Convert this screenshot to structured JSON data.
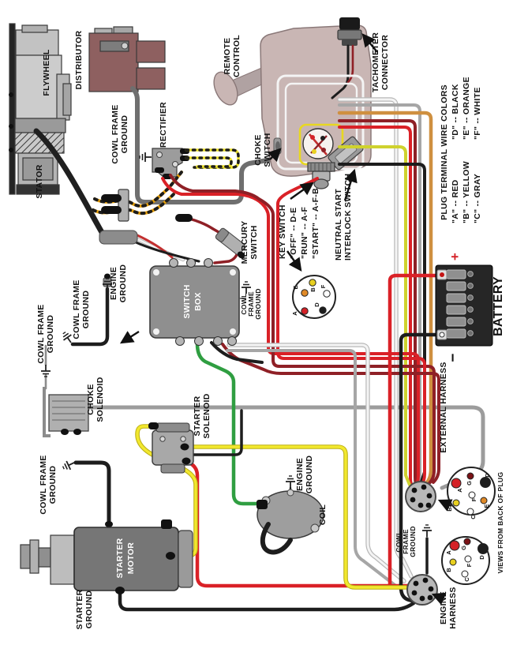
{
  "diagram": {
    "labels": {
      "flywheel": "FLYWHEEL",
      "stator": "STATOR",
      "distributor": "DISTRIBUTOR",
      "rectifier": "RECTIFIER",
      "remote_control": [
        "REMOTE",
        "CONTROL"
      ],
      "tachometer_connector": [
        "TACHOMETER",
        "CONNECTOR"
      ],
      "choke_switch": [
        "CHOKE",
        "SWITCH"
      ],
      "cowl_frame_ground_2line": [
        "COWL FRAME",
        "GROUND"
      ],
      "cowl_frame_ground_3line": [
        "COWL",
        "FRAME",
        "GROUND"
      ],
      "engine_ground": [
        "ENGINE",
        "GROUND"
      ],
      "mercury_switch": [
        "MERCURY",
        "SWITCH"
      ],
      "switch_box": [
        "SWITCH",
        "BOX"
      ],
      "choke_solenoid": [
        "CHOKE",
        "SOLENOID"
      ],
      "starter_solenoid": [
        "STARTER",
        "SOLENOID"
      ],
      "starter_motor": [
        "STARTER",
        "MOTOR"
      ],
      "starter_ground": [
        "STARTER",
        "GROUND"
      ],
      "coil": "COIL",
      "battery": "BATTERY",
      "battery_plus": "+",
      "battery_minus": "−",
      "external_harness": "EXTERNAL HARNESS",
      "engine_harness": [
        "ENGINE",
        "HARNESS"
      ],
      "neutral_start_interlock": [
        "NEUTRAL START",
        "INTERLOCK SWITCH"
      ]
    },
    "key_switch_info": {
      "title": "KEY SWITCH",
      "lines": [
        "\"OFF\" -- D-E",
        "\"RUN\" -- A-F",
        "\"START\" -- A-F-B"
      ]
    },
    "plug_legend": {
      "title": "PLUG TERMINAL WIRE COLORS",
      "left_column": [
        "\"A\" -- RED",
        "\"B\" -- YELLOW",
        "\"C\" -- GRAY"
      ],
      "right_column": [
        "\"D\" -- BLACK",
        "\"E\" -- ORANGE",
        "\"F\" -- WHITE"
      ]
    },
    "plug_views_caption": "VIEWS FROM BACK OF PLUG",
    "key_switch_diagram": {
      "terminals": [
        {
          "letter": "E",
          "color": "#e08a28"
        },
        {
          "letter": "B",
          "color": "#e8d020"
        },
        {
          "letter": "F",
          "color": "#ffffff"
        },
        {
          "letter": "A",
          "color": "#d42127"
        },
        {
          "letter": "D",
          "color": "#1d1d1d"
        }
      ]
    },
    "plug_view_external": {
      "terminals": [
        {
          "letter": "A",
          "color": "#d42127"
        },
        {
          "letter": "G",
          "color": "#7a1216"
        },
        {
          "letter": "D",
          "color": "#1d1d1d"
        },
        {
          "letter": "E",
          "color": "#e08a28"
        },
        {
          "letter": "F",
          "color": "#ffffff"
        },
        {
          "letter": "C",
          "color": "#ffffff"
        },
        {
          "letter": "B",
          "color": "#e8d020"
        }
      ]
    },
    "plug_view_engine": {
      "terminals": [
        {
          "letter": "A",
          "color": "#d42127"
        },
        {
          "letter": "G",
          "color": "#7a1216"
        },
        {
          "letter": "D",
          "color": "#1d1d1d"
        },
        {
          "letter": "F",
          "color": "#ffffff"
        },
        {
          "letter": "C",
          "color": "#ffffff"
        },
        {
          "letter": "B",
          "color": "#e8d020"
        }
      ]
    },
    "wire_colors": {
      "red": "#da2127",
      "dark_red": "#8f2026",
      "yellow": "#ece22c",
      "yellow_green": "#cfd22e",
      "green": "#2f9e41",
      "black": "#1d1d1d",
      "gray": "#9c9c9c",
      "white": "#f2f2f2",
      "orange_tan": "#cf9040",
      "orange": "#e08a28"
    }
  }
}
